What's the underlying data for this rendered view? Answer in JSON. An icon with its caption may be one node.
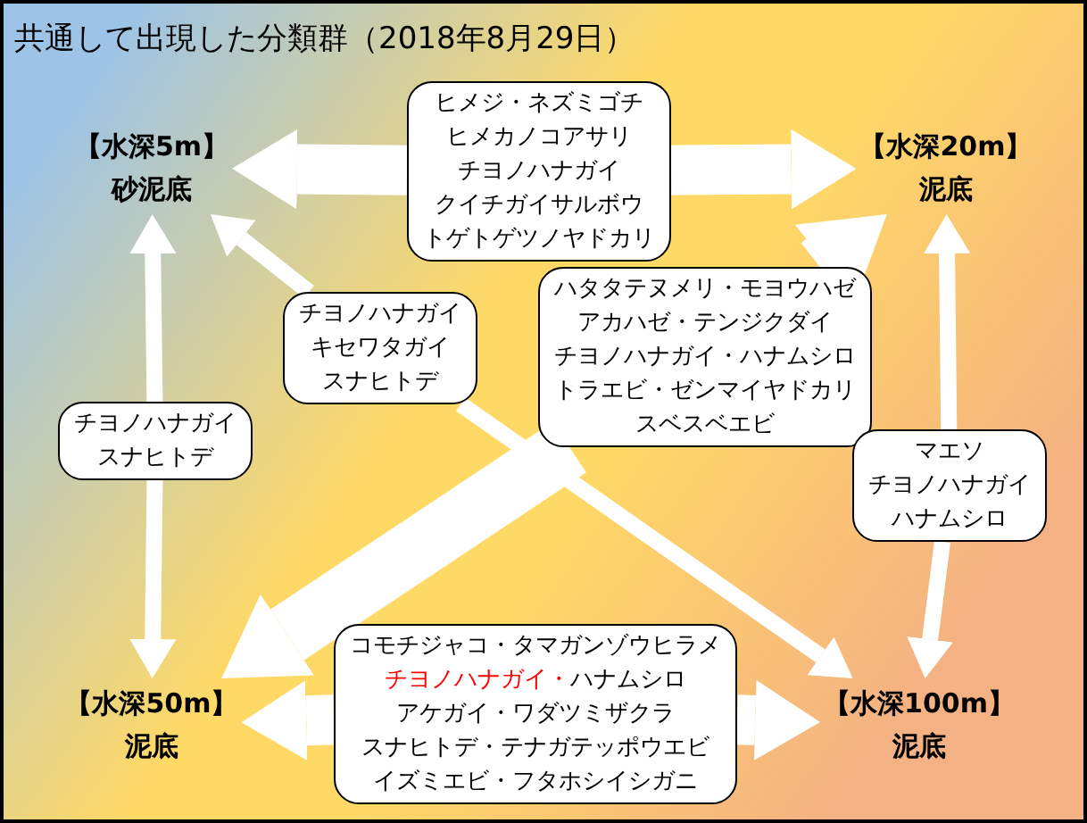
{
  "diagram": {
    "title": "共通して出現した分類群（2018年8月29日）",
    "nodes": [
      {
        "text": [
          "【水深5m】",
          "砂泥底"
        ]
      },
      {
        "text": [
          "ヒメジ・ネズミゴチ",
          "ヒメカノコアサリ",
          "チヨノハナガイ",
          "クイチガイサルボウ",
          "トゲトゲツノヤドカリ"
        ]
      },
      {
        "text": [
          "【水深20m】",
          "泥底"
        ]
      },
      {
        "text": [
          "チヨノハナガイ",
          "キセワタガイ",
          "スナヒトデ"
        ]
      },
      {
        "text": [
          "ハタタテヌメリ・モヨウハゼ",
          "アカハゼ・テンジクダイ",
          "チヨノハナガイ・ハナムシロ",
          "トラエビ・ゼンマイヤドカリ",
          "スベスベエビ"
        ]
      },
      {
        "text": [
          "チヨノハナガイ",
          "スナヒトデ"
        ]
      },
      {
        "text": [
          "マエソ",
          "チヨノハナガイ",
          "ハナムシロ"
        ]
      },
      {
        "text": [
          "【水深50m】",
          "泥底"
        ]
      },
      {
        "text": [
          "コモチジャコ・タマガンゾウヒラメ",
          "チヨノハナガイ・",
          "ハナムシロ",
          "アケガイ・ワダツミザクラ",
          "スナヒトデ・テナガテッポウエビ",
          "イズミエビ・フタホシイシガニ"
        ]
      },
      {
        "text": [
          "【水深100m】",
          "泥底"
        ]
      }
    ],
    "edges": [
      {
        "from": 1,
        "to": 0,
        "arrow": "to",
        "style": "thick"
      },
      {
        "from": 1,
        "to": 2,
        "arrow": "to",
        "style": "thick"
      },
      {
        "from": 5,
        "to": 0,
        "arrow": "to"
      },
      {
        "from": 5,
        "to": 7,
        "arrow": "to"
      },
      {
        "from": 6,
        "to": 2,
        "arrow": "to"
      },
      {
        "from": 6,
        "to": 9,
        "arrow": "to"
      },
      {
        "from": 3,
        "to": 0,
        "arrow": "to"
      },
      {
        "from": 3,
        "to": 9,
        "arrow": "to"
      },
      {
        "from": 4,
        "to": 7,
        "arrow": "to",
        "style": "thick"
      },
      {
        "from": 4,
        "to": 2,
        "arrow": "to",
        "style": "thick"
      },
      {
        "from": 8,
        "to": 7,
        "arrow": "to",
        "style": "thick"
      },
      {
        "from": 8,
        "to": 9,
        "arrow": "to",
        "style": "thick"
      }
    ]
  }
}
